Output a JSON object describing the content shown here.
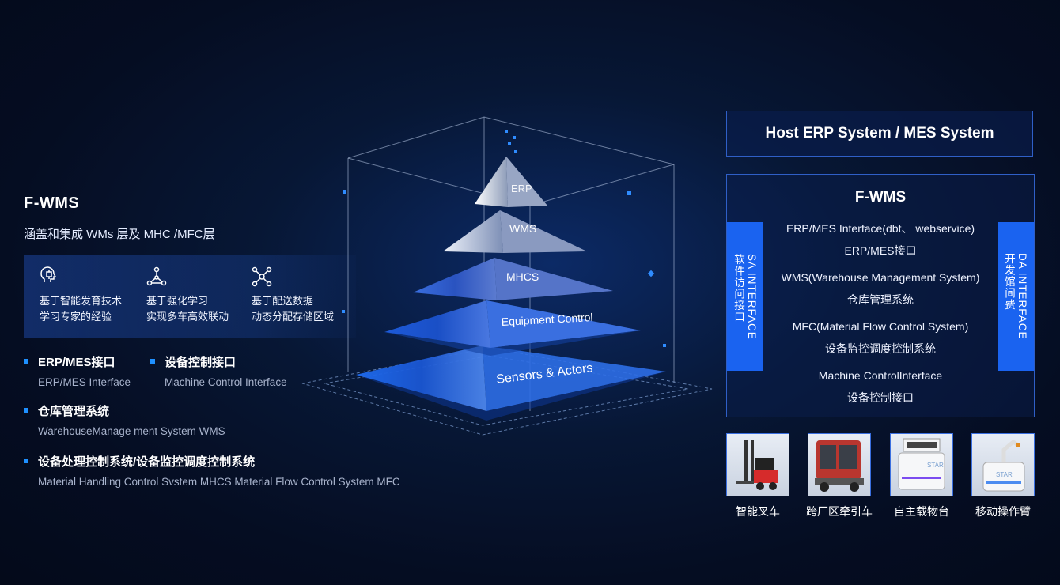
{
  "left": {
    "title": "F-WMS",
    "subtitle": "涵盖和集成 WMs 层及 MHC /MFC层",
    "features": [
      {
        "icon": "brain-chip-icon",
        "line1": "基于智能发育技术",
        "line2": "学习专家的经验"
      },
      {
        "icon": "network-nodes-icon",
        "line1": "基于强化学习",
        "line2": "实现多车高效联动"
      },
      {
        "icon": "distributed-nodes-icon",
        "line1": "基于配送数据",
        "line2": "动态分配存储区域"
      }
    ],
    "bullets": [
      {
        "head": "ERP/MES接口",
        "sub": "ERP/MES Interface"
      },
      {
        "head": "设备控制接口",
        "sub": "Machine Control Interface"
      },
      {
        "head": "仓库管理系统",
        "sub": "WarehouseManage ment System WMS"
      },
      {
        "head": "设备处理控制系统/设备监控调度控制系统",
        "sub": "Material Handling Control Svstem MHCS  Material Flow Control System MFC"
      }
    ]
  },
  "pyramid": {
    "layers": [
      "ERP",
      "WMS",
      "MHCS",
      "Equipment Control",
      "Sensors & Actors"
    ]
  },
  "right": {
    "host": "Host ERP System / MES System",
    "fwms_title": "F-WMS",
    "lines": [
      "ERP/MES Interface(dbt、 webservice)",
      "ERP/MES接口",
      "WMS(Warehouse Management System)",
      "仓库管理系统",
      "MFC(Material Flow Control System)",
      "设备监控调度控制系统",
      "Machine ControlInterface",
      "设备控制接口"
    ],
    "sa_interface": "SA INTERFACE\n软件访问接口",
    "da_interface": "DA INTERFACE\n开发馆间费",
    "robots": [
      {
        "icon": "forklift-icon",
        "label": "智能叉车"
      },
      {
        "icon": "tractor-icon",
        "label": "跨厂区牵引车"
      },
      {
        "icon": "agv-carrier-icon",
        "label": "自主载物台"
      },
      {
        "icon": "mobile-arm-icon",
        "label": "移动操作臂"
      }
    ]
  },
  "colors": {
    "accent": "#1a63f0",
    "border": "#2f5fc7",
    "bullet": "#1e90ff"
  }
}
